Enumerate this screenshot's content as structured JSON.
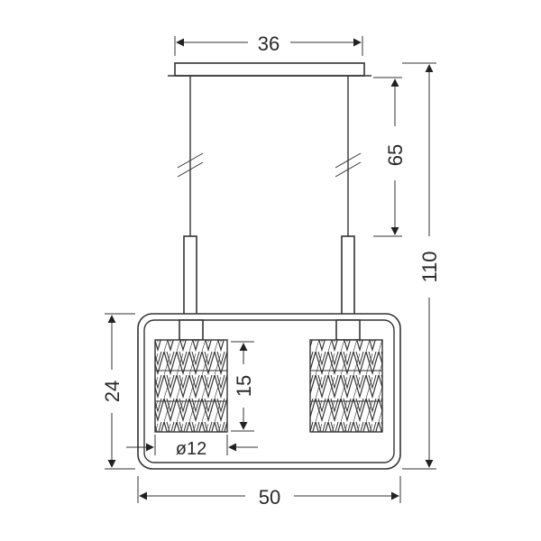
{
  "dimensions": {
    "canopy_width": "36",
    "cable_length": "65",
    "total_height": "110",
    "frame_height": "24",
    "shade_height": "15",
    "shade_diameter": "ø12",
    "frame_width": "50"
  },
  "colors": {
    "line": "#333333",
    "text": "#2a2a2a",
    "background": "#ffffff"
  }
}
